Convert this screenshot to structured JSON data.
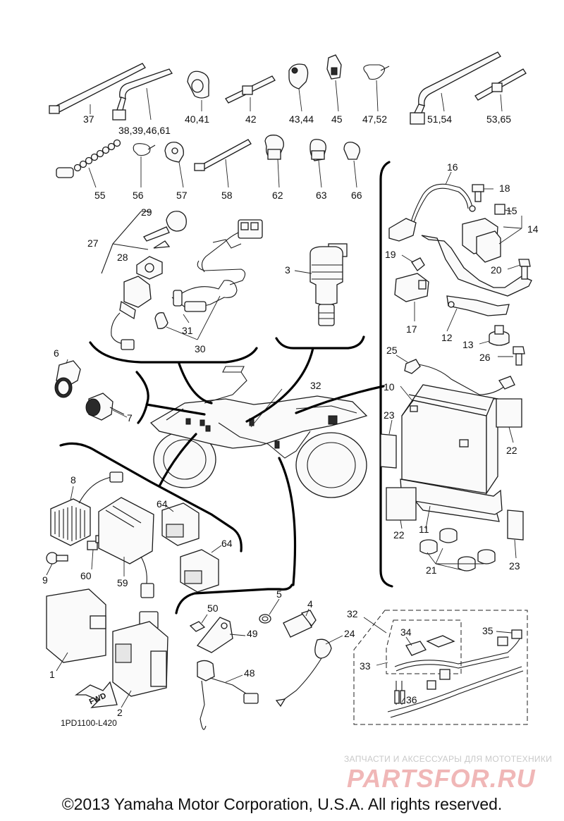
{
  "diagram": {
    "drawing_code": "1PD1100-L420",
    "fwd_label": "FWD",
    "copyright": "©2013 Yamaha Motor Corporation, U.S.A. All rights reserved.",
    "watermark": {
      "tagline": "ЗАПЧАСТИ И АКСЕССУАРЫ ДЛЯ МОТОТЕХНИКИ",
      "logo": "PARTSFOR.RU"
    },
    "callouts": [
      "37",
      "38,39,46,61",
      "40,41",
      "42",
      "43,44",
      "45",
      "47,52",
      "51,54",
      "53,65",
      "55",
      "56",
      "57",
      "58",
      "62",
      "63",
      "66",
      "16",
      "18",
      "15",
      "14",
      "19",
      "20",
      "17",
      "12",
      "13",
      "26",
      "25",
      "10",
      "29",
      "27",
      "28",
      "3",
      "31",
      "30",
      "6",
      "7",
      "32",
      "23",
      "22",
      "22",
      "11",
      "21",
      "23",
      "8",
      "64",
      "64",
      "60",
      "59",
      "9",
      "5",
      "50",
      "4",
      "49",
      "24",
      "32",
      "34",
      "35",
      "33",
      "48",
      "36",
      "1",
      "2"
    ]
  }
}
